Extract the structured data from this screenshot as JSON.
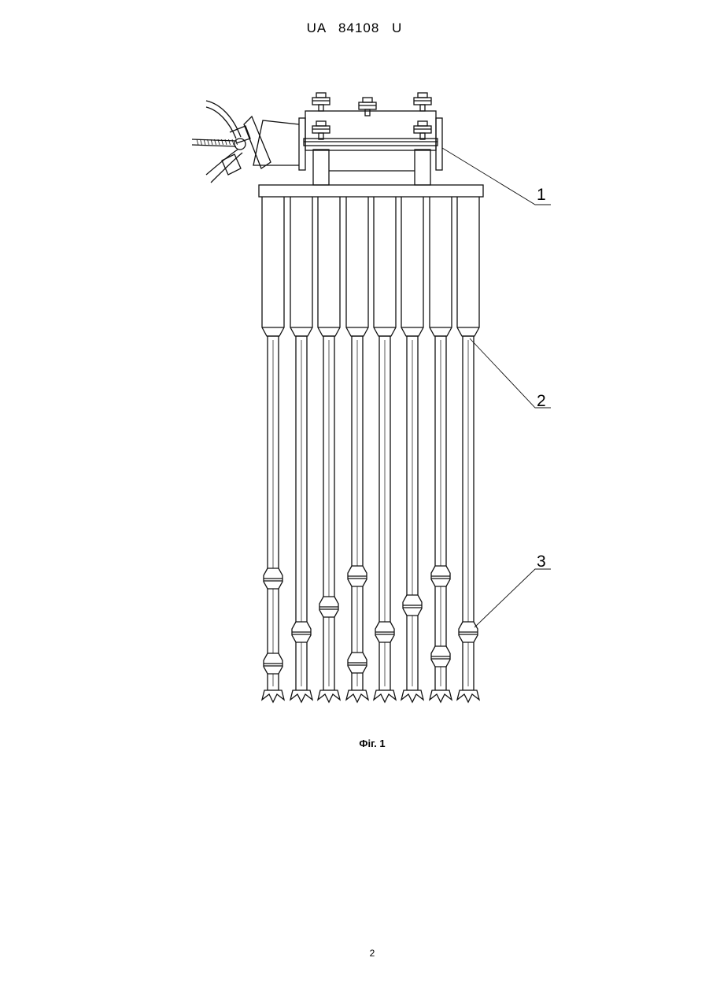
{
  "header": {
    "doc_number": "UA 84108 U"
  },
  "figure": {
    "caption": "Фіг. 1",
    "labels": [
      "1",
      "2",
      "3"
    ]
  },
  "footer": {
    "page_number": "2"
  }
}
